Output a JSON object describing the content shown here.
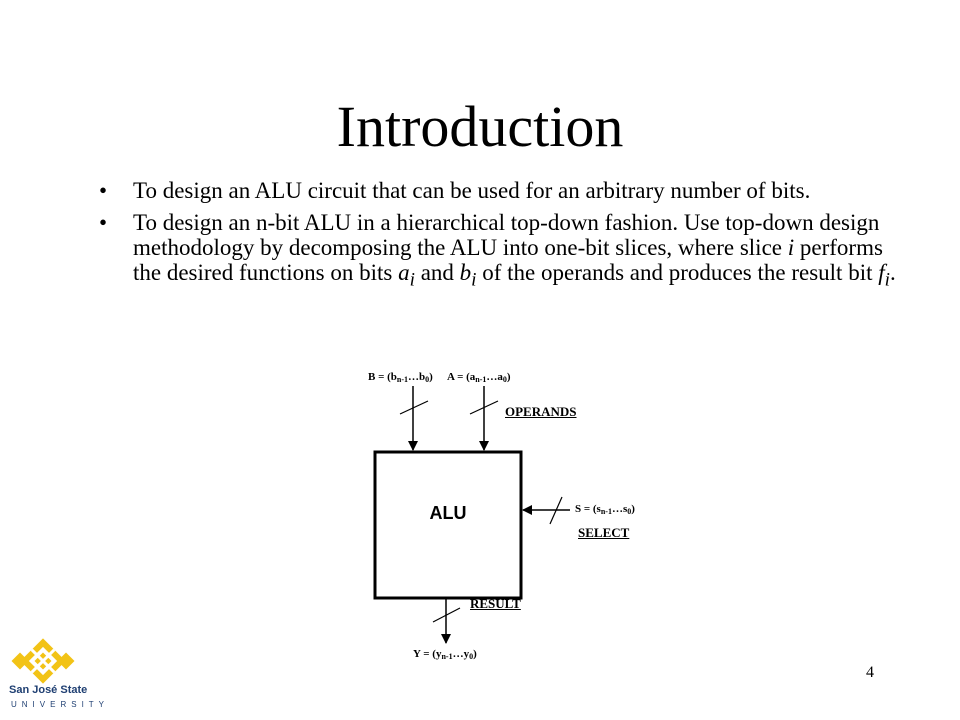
{
  "slide": {
    "title": "Introduction",
    "bullet_marker": "•",
    "bullets": [
      {
        "text": "To design an ALU circuit that can be used for an arbitrary number of bits."
      },
      {
        "text_before_a": "To design an n-bit ALU in a hierarchical top-down fashion. Use top-down design methodology by decomposing the ALU into one-bit slices, where slice ",
        "var_i": "i",
        "text_middle": " performs the desired functions on bits ",
        "var_a": "a",
        "sub_a": "i",
        "text_and": " and ",
        "var_b": "b",
        "sub_b": "i",
        "text_after": " of the operands and produces the result bit ",
        "var_f": "f",
        "sub_f": "i",
        "end": "."
      }
    ],
    "page_number": "4"
  },
  "diagram": {
    "box_label": "ALU",
    "input_b": {
      "prefix": "B = (b",
      "sub1": "n-1",
      "mid": "…b",
      "sub2": "0",
      "suffix": ")"
    },
    "input_a": {
      "prefix": "A = (a",
      "sub1": "n-1",
      "mid": "…a",
      "sub2": "0",
      "suffix": ")"
    },
    "operands_label": "OPERANDS",
    "select_input": {
      "prefix": "S = (s",
      "sub1": "n-1",
      "mid": "…s",
      "sub2": "0",
      "suffix": ")"
    },
    "select_label": "SELECT",
    "result_label": "RESULT",
    "output_y": {
      "prefix": "Y = (y",
      "sub1": "n-1",
      "mid": "…y",
      "sub2": "0",
      "suffix": ")"
    }
  },
  "logo": {
    "line1": "San José State",
    "line2": "UNIVERSITY",
    "colors": {
      "gold": "#f2c316",
      "blue": "#1f3f72"
    }
  }
}
